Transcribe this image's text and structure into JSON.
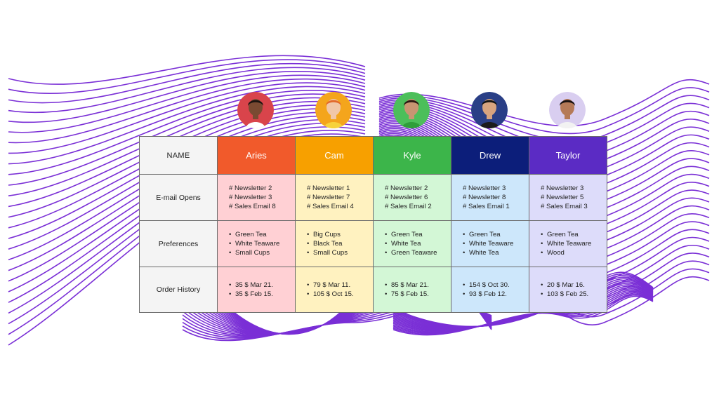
{
  "table": {
    "corner_label": "NAME",
    "row_labels": [
      "E-mail Opens",
      "Preferences",
      "Order History"
    ],
    "people": [
      {
        "name": "Aries",
        "header_color": "#f15a2b",
        "cell_color": "#ffd0d4",
        "skin": "#7a4a32",
        "hair": "#1c1410",
        "shirt": "#ffffff",
        "bg": "#d9444b",
        "opens": [
          "# Newsletter 2",
          "# Newsletter 3",
          "# Sales Email 8"
        ],
        "prefs": [
          "Green Tea",
          "White Teaware",
          "Small Cups"
        ],
        "orders": [
          "35 $  Mar 21.",
          "35 $  Feb 15."
        ]
      },
      {
        "name": "Cam",
        "header_color": "#f7a000",
        "cell_color": "#fff2c0",
        "skin": "#f1c7a8",
        "hair": "#e26a2c",
        "shirt": "#f6d23a",
        "bg": "#f4a51c",
        "opens": [
          "# Newsletter 1",
          "# Newsletter 7",
          "# Sales Email 4"
        ],
        "prefs": [
          "Big Cups",
          "Black Tea",
          "Small Cups"
        ],
        "orders": [
          "79 $ Mar 11.",
          "105 $ Oct 15."
        ]
      },
      {
        "name": "Kyle",
        "header_color": "#3cb54a",
        "cell_color": "#d3f7d6",
        "skin": "#c89572",
        "hair": "#2a1a12",
        "shirt": "#2f9e3b",
        "bg": "#4cbf5a",
        "opens": [
          "# Newsletter 2",
          "# Newsletter 6",
          "# Sales Email 2"
        ],
        "prefs": [
          "Green Tea",
          "White Tea",
          "Green Teaware"
        ],
        "orders": [
          "85 $ Mar 21.",
          "75 $ Feb 15."
        ]
      },
      {
        "name": "Drew",
        "header_color": "#0c1e7a",
        "cell_color": "#cde7fb",
        "skin": "#d8a47f",
        "hair": "#141414",
        "shirt": "#1b1b1b",
        "bg": "#2a3f86",
        "opens": [
          "# Newsletter 3",
          "# Newsletter 8",
          "# Sales Email 1"
        ],
        "prefs": [
          "Green Tea",
          "White Teaware",
          "White Tea"
        ],
        "orders": [
          "154 $ Oct 30.",
          "93 $  Feb 12."
        ]
      },
      {
        "name": "Taylor",
        "header_color": "#5b2bc4",
        "cell_color": "#dddcfa",
        "skin": "#b57a58",
        "hair": "#181010",
        "shirt": "#f2f2f2",
        "bg": "#d9cef0",
        "opens": [
          "# Newsletter 3",
          "# Newsletter 5",
          "# Sales Email 3"
        ],
        "prefs": [
          "Green Tea",
          "White Teaware",
          "Wood"
        ],
        "orders": [
          "20 $ Mar 16.",
          "103 $ Feb 25."
        ]
      }
    ]
  },
  "colors": {
    "wave": "#7a2fd6",
    "cell_border": "#6b6b6b",
    "row_header_bg": "#f4f4f4"
  }
}
